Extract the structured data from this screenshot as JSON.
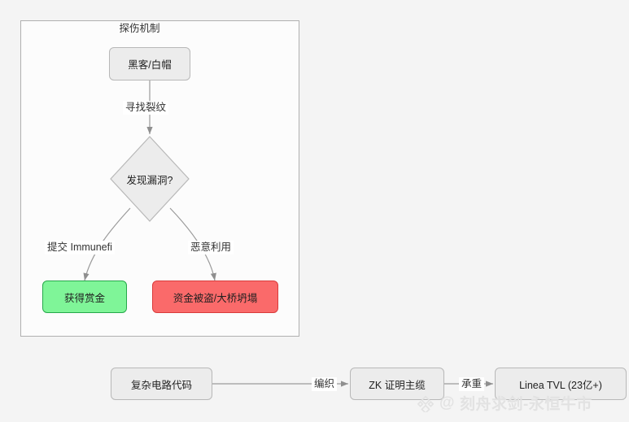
{
  "diagram": {
    "type": "flowchart",
    "background_color": "#f4f4f4",
    "subgraph": {
      "title": "探伤机制",
      "border_color": "#b0b0b0",
      "fill_color": "#fcfcfc"
    },
    "nodes": [
      {
        "id": "hacker",
        "label": "黑客/白帽",
        "shape": "rounded-rect",
        "fill": "#ececec",
        "stroke": "#b8b8b8"
      },
      {
        "id": "decide",
        "label": "发现漏洞?",
        "shape": "diamond",
        "fill": "#ececec",
        "stroke": "#b8b8b8"
      },
      {
        "id": "bounty",
        "label": "获得赏金",
        "shape": "rounded-rect",
        "fill": "#7ff598",
        "stroke": "#26a84a"
      },
      {
        "id": "exploit",
        "label": "资金被盗/大桥坍塌",
        "shape": "rounded-rect",
        "fill": "#fa6a6a",
        "stroke": "#d93b3b"
      },
      {
        "id": "code",
        "label": "复杂电路代码",
        "shape": "rounded-rect",
        "fill": "#ececec",
        "stroke": "#b8b8b8"
      },
      {
        "id": "zk",
        "label": "ZK 证明主缆",
        "shape": "rounded-rect",
        "fill": "#ececec",
        "stroke": "#b8b8b8"
      },
      {
        "id": "tvl",
        "label": "Linea TVL (23亿+)",
        "shape": "rounded-rect",
        "fill": "#ececec",
        "stroke": "#b8b8b8"
      }
    ],
    "edges": [
      {
        "from": "hacker",
        "to": "decide",
        "label": "寻找裂纹"
      },
      {
        "from": "decide",
        "to": "bounty",
        "label": "提交 Immunefi"
      },
      {
        "from": "decide",
        "to": "exploit",
        "label": "恶意利用"
      },
      {
        "from": "code",
        "to": "zk",
        "label": "编织"
      },
      {
        "from": "zk",
        "to": "tvl",
        "label": "承重"
      }
    ]
  },
  "watermark": {
    "at": "@",
    "text": "刻舟求剑-永恒牛市",
    "logo_icon": "diamond-logo-icon",
    "color": "#e2e2e2"
  }
}
